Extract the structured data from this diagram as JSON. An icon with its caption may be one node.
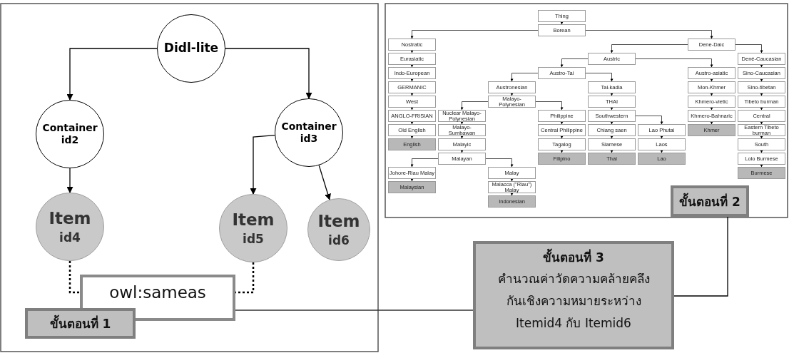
{
  "diagram": {
    "nodes": [
      {
        "text": [
          "Didl-lite"
        ]
      },
      {
        "text": [
          "Container id2"
        ]
      },
      {
        "text": [
          "Container id3"
        ]
      },
      {
        "text": [
          "Item",
          "id4"
        ]
      },
      {
        "text": [
          "Item",
          "id5"
        ]
      },
      {
        "text": [
          "Item",
          "id6"
        ]
      },
      {
        "text": [
          "owl:sameas"
        ]
      },
      {
        "text": [
          "ขั้นตอนที่ 1"
        ]
      },
      {
        "text": [
          "Thing"
        ]
      },
      {
        "text": [
          "Borean"
        ]
      },
      {
        "text": [
          "Nostratic"
        ]
      },
      {
        "text": [
          "Dene-Daic"
        ]
      },
      {
        "text": [
          "Eurasiatic"
        ]
      },
      {
        "text": [
          "Austric"
        ]
      },
      {
        "text": [
          "Dené-Caucasian"
        ]
      },
      {
        "text": [
          "Indo-European"
        ]
      },
      {
        "text": [
          "Austro-Tai"
        ]
      },
      {
        "text": [
          "Austro-asiatic"
        ]
      },
      {
        "text": [
          "Sino-Caucasian"
        ]
      },
      {
        "text": [
          "GERMANIC"
        ]
      },
      {
        "text": [
          "Austronesian"
        ]
      },
      {
        "text": [
          "Tai-kadia"
        ]
      },
      {
        "text": [
          "Mon-Khmer"
        ]
      },
      {
        "text": [
          "Sino-tibetan"
        ]
      },
      {
        "text": [
          "West"
        ]
      },
      {
        "text": [
          "Malayo-Polynesian"
        ]
      },
      {
        "text": [
          "THAI"
        ]
      },
      {
        "text": [
          "Khmero-vietic"
        ]
      },
      {
        "text": [
          "Tibeto burman"
        ]
      },
      {
        "text": [
          "ANGLO-FRISIAN"
        ]
      },
      {
        "text": [
          "Nuclear Malayo-Polynesian"
        ]
      },
      {
        "text": [
          "Philippine"
        ]
      },
      {
        "text": [
          "Southwestern"
        ]
      },
      {
        "text": [
          "Khmero-Bahnaric"
        ]
      },
      {
        "text": [
          "Central"
        ]
      },
      {
        "text": [
          "Old English"
        ]
      },
      {
        "text": [
          "Malayo-Sumbawan"
        ]
      },
      {
        "text": [
          "Central Philippine"
        ]
      },
      {
        "text": [
          "Chiang saen"
        ]
      },
      {
        "text": [
          "Lao Phutai"
        ]
      },
      {
        "text": [
          "Khmer"
        ]
      },
      {
        "text": [
          "Eastern Tibeto burman"
        ]
      },
      {
        "text": [
          "English"
        ]
      },
      {
        "text": [
          "Malayic"
        ]
      },
      {
        "text": [
          "Tagalog"
        ]
      },
      {
        "text": [
          "Siamese"
        ]
      },
      {
        "text": [
          "Laos"
        ]
      },
      {
        "text": [
          "South"
        ]
      },
      {
        "text": [
          "Malayan"
        ]
      },
      {
        "text": [
          "Filipino"
        ]
      },
      {
        "text": [
          "Thai"
        ]
      },
      {
        "text": [
          "Lao"
        ]
      },
      {
        "text": [
          "Lolo Burmese"
        ]
      },
      {
        "text": [
          "Johore-Riau Malay"
        ]
      },
      {
        "text": [
          "Malay"
        ]
      },
      {
        "text": [
          "Burmese"
        ]
      },
      {
        "text": [
          "Malaysian"
        ]
      },
      {
        "text": [
          "Malacca (\"Riau\") Malay"
        ]
      },
      {
        "text": [
          "Indonesian"
        ]
      },
      {
        "text": [
          "ขั้นตอนที่ 2"
        ]
      },
      {
        "text": [
          "ขั้นตอนที่ 3",
          "คำนวณค่าวัดความคล้ายคลึงกันเชิงความหมายระหว่าง Itemid4 กับ Itemid6"
        ]
      }
    ],
    "edges": [
      {
        "from": 0,
        "to": 1,
        "arrow": "to"
      },
      {
        "from": 0,
        "to": 2,
        "arrow": "to"
      },
      {
        "from": 1,
        "to": 3,
        "arrow": "to"
      },
      {
        "from": 2,
        "to": 4,
        "arrow": "to"
      },
      {
        "from": 2,
        "to": 5,
        "arrow": "to"
      },
      {
        "from": 3,
        "to": 6,
        "arrow": "none",
        "style": "dashed"
      },
      {
        "from": 4,
        "to": 6,
        "arrow": "none",
        "style": "dashed"
      },
      {
        "from": 6,
        "to": 60,
        "arrow": "none"
      },
      {
        "from": 59,
        "to": 60,
        "arrow": "none"
      },
      {
        "from": 8,
        "to": 9,
        "arrow": "to"
      },
      {
        "from": 9,
        "to": 10,
        "arrow": "to"
      },
      {
        "from": 9,
        "to": 11,
        "arrow": "to"
      },
      {
        "from": 10,
        "to": 12,
        "arrow": "to"
      },
      {
        "from": 12,
        "to": 15,
        "arrow": "to"
      },
      {
        "from": 15,
        "to": 19,
        "arrow": "to"
      },
      {
        "from": 19,
        "to": 24,
        "arrow": "to"
      },
      {
        "from": 24,
        "to": 29,
        "arrow": "to"
      },
      {
        "from": 29,
        "to": 35,
        "arrow": "to"
      },
      {
        "from": 35,
        "to": 42,
        "arrow": "to"
      },
      {
        "from": 11,
        "to": 13,
        "arrow": "to"
      },
      {
        "from": 11,
        "to": 14,
        "arrow": "to"
      },
      {
        "from": 13,
        "to": 16,
        "arrow": "to"
      },
      {
        "from": 13,
        "to": 17,
        "arrow": "to"
      },
      {
        "from": 16,
        "to": 20,
        "arrow": "to"
      },
      {
        "from": 16,
        "to": 21,
        "arrow": "to"
      },
      {
        "from": 20,
        "to": 25,
        "arrow": "to"
      },
      {
        "from": 25,
        "to": 30,
        "arrow": "to"
      },
      {
        "from": 25,
        "to": 31,
        "arrow": "to"
      },
      {
        "from": 30,
        "to": 36,
        "arrow": "to"
      },
      {
        "from": 36,
        "to": 43,
        "arrow": "to"
      },
      {
        "from": 43,
        "to": 48,
        "arrow": "to"
      },
      {
        "from": 48,
        "to": 53,
        "arrow": "to"
      },
      {
        "from": 48,
        "to": 54,
        "arrow": "to"
      },
      {
        "from": 53,
        "to": 56,
        "arrow": "to"
      },
      {
        "from": 54,
        "to": 57,
        "arrow": "to"
      },
      {
        "from": 57,
        "to": 58,
        "arrow": "to"
      },
      {
        "from": 31,
        "to": 37,
        "arrow": "to"
      },
      {
        "from": 37,
        "to": 44,
        "arrow": "to"
      },
      {
        "from": 44,
        "to": 49,
        "arrow": "to"
      },
      {
        "from": 21,
        "to": 26,
        "arrow": "to"
      },
      {
        "from": 26,
        "to": 32,
        "arrow": "to"
      },
      {
        "from": 32,
        "to": 38,
        "arrow": "to"
      },
      {
        "from": 32,
        "to": 39,
        "arrow": "to"
      },
      {
        "from": 38,
        "to": 45,
        "arrow": "to"
      },
      {
        "from": 45,
        "to": 50,
        "arrow": "to"
      },
      {
        "from": 39,
        "to": 46,
        "arrow": "to"
      },
      {
        "from": 46,
        "to": 51,
        "arrow": "to"
      },
      {
        "from": 17,
        "to": 22,
        "arrow": "to"
      },
      {
        "from": 22,
        "to": 27,
        "arrow": "to"
      },
      {
        "from": 27,
        "to": 33,
        "arrow": "to"
      },
      {
        "from": 33,
        "to": 40,
        "arrow": "to"
      },
      {
        "from": 14,
        "to": 18,
        "arrow": "to"
      },
      {
        "from": 18,
        "to": 23,
        "arrow": "to"
      },
      {
        "from": 23,
        "to": 28,
        "arrow": "to"
      },
      {
        "from": 28,
        "to": 34,
        "arrow": "to"
      },
      {
        "from": 34,
        "to": 41,
        "arrow": "to"
      },
      {
        "from": 41,
        "to": 47,
        "arrow": "to"
      },
      {
        "from": 47,
        "to": 52,
        "arrow": "to"
      },
      {
        "from": 52,
        "to": 55,
        "arrow": "to"
      }
    ]
  }
}
